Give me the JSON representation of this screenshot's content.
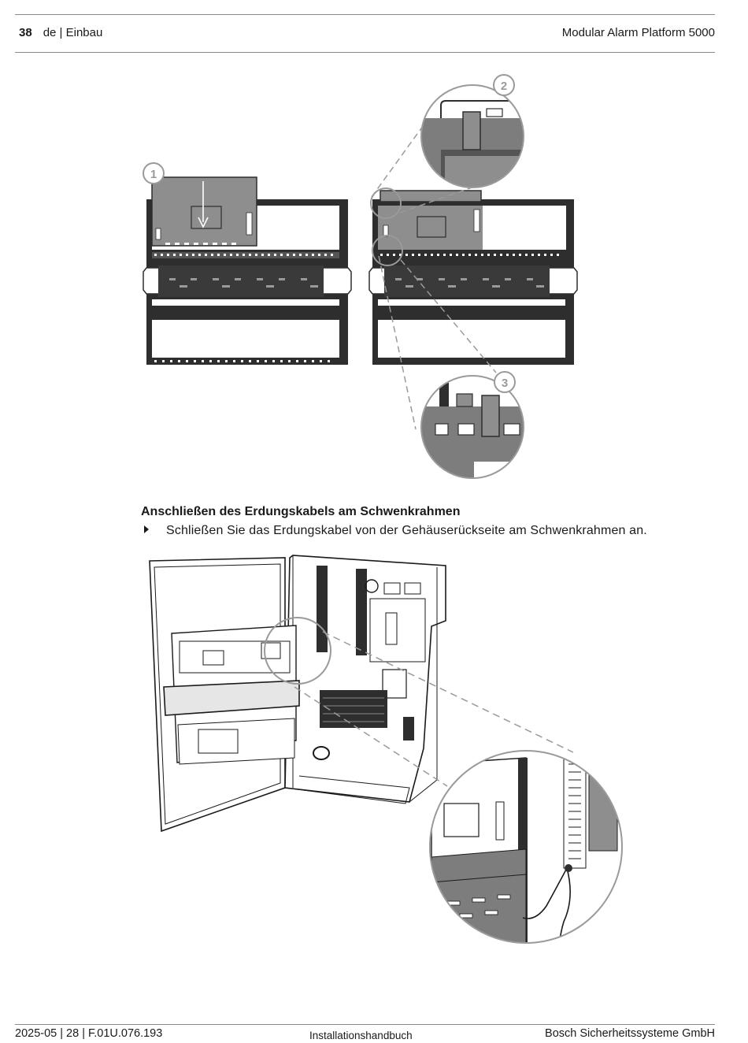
{
  "header": {
    "page_number": "38",
    "chapter": "de | Einbau",
    "product": "Modular Alarm Platform 5000"
  },
  "figure1": {
    "callouts": [
      "1",
      "2",
      "3"
    ]
  },
  "section": {
    "title": "Anschließen des Erdungskabels am Schwenkrahmen",
    "instruction": "Schließen Sie das Erdungskabel von der Gehäuserückseite am Schwenkrahmen an."
  },
  "footer": {
    "left": "2025-05 | 28 | F.01U.076.193",
    "center": "Installationshandbuch",
    "right": "Bosch Sicherheitssysteme GmbH"
  },
  "colors": {
    "frame": "#2e2e2e",
    "module": "#8e8e8e",
    "zoom_fill": "#7d7d7d",
    "callout_ring": "#9a9a9a"
  }
}
